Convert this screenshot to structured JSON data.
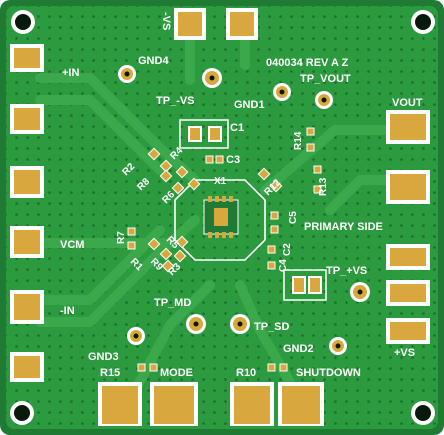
{
  "board": {
    "revision": "040034 REV A Z",
    "colors": {
      "substrate": "#1f7a33",
      "copper": "#2c9a3f",
      "trace": "#3aa84b",
      "pad": "#d8a73d",
      "pad_dark": "#b8862a",
      "silkscreen": "#ffffff",
      "hole": "#0a1a0a"
    }
  },
  "labels": {
    "plus_in": "+IN",
    "gnd4": "GND4",
    "minus_vs": "-VS",
    "tp_minus_vs": "TP_-VS",
    "gnd1": "GND1",
    "tp_vout": "TP_VOUT",
    "vout": "VOUT",
    "c1": "C1",
    "c3": "C3",
    "r14": "R14",
    "r13": "R13",
    "r2": "R2",
    "r4": "R4",
    "r8": "R8",
    "r6": "R6",
    "x1": "X1",
    "r12": "R12",
    "c5": "C5",
    "primary_side": "PRIMARY SIDE",
    "r7": "R7",
    "vcm": "VCM",
    "r1": "R1",
    "r5": "R5",
    "r9": "R9",
    "r3": "R3",
    "c2": "C2",
    "c4": "C4",
    "tp_plus_vs": "TP_+VS",
    "minus_in": "-IN",
    "tp_md": "TP_MD",
    "tp_sd": "TP_SD",
    "gnd2": "GND2",
    "plus_vs": "+VS",
    "gnd3": "GND3",
    "r15": "R15",
    "mode": "MODE",
    "r10": "R10",
    "shutdown": "SHUTDOWN"
  }
}
